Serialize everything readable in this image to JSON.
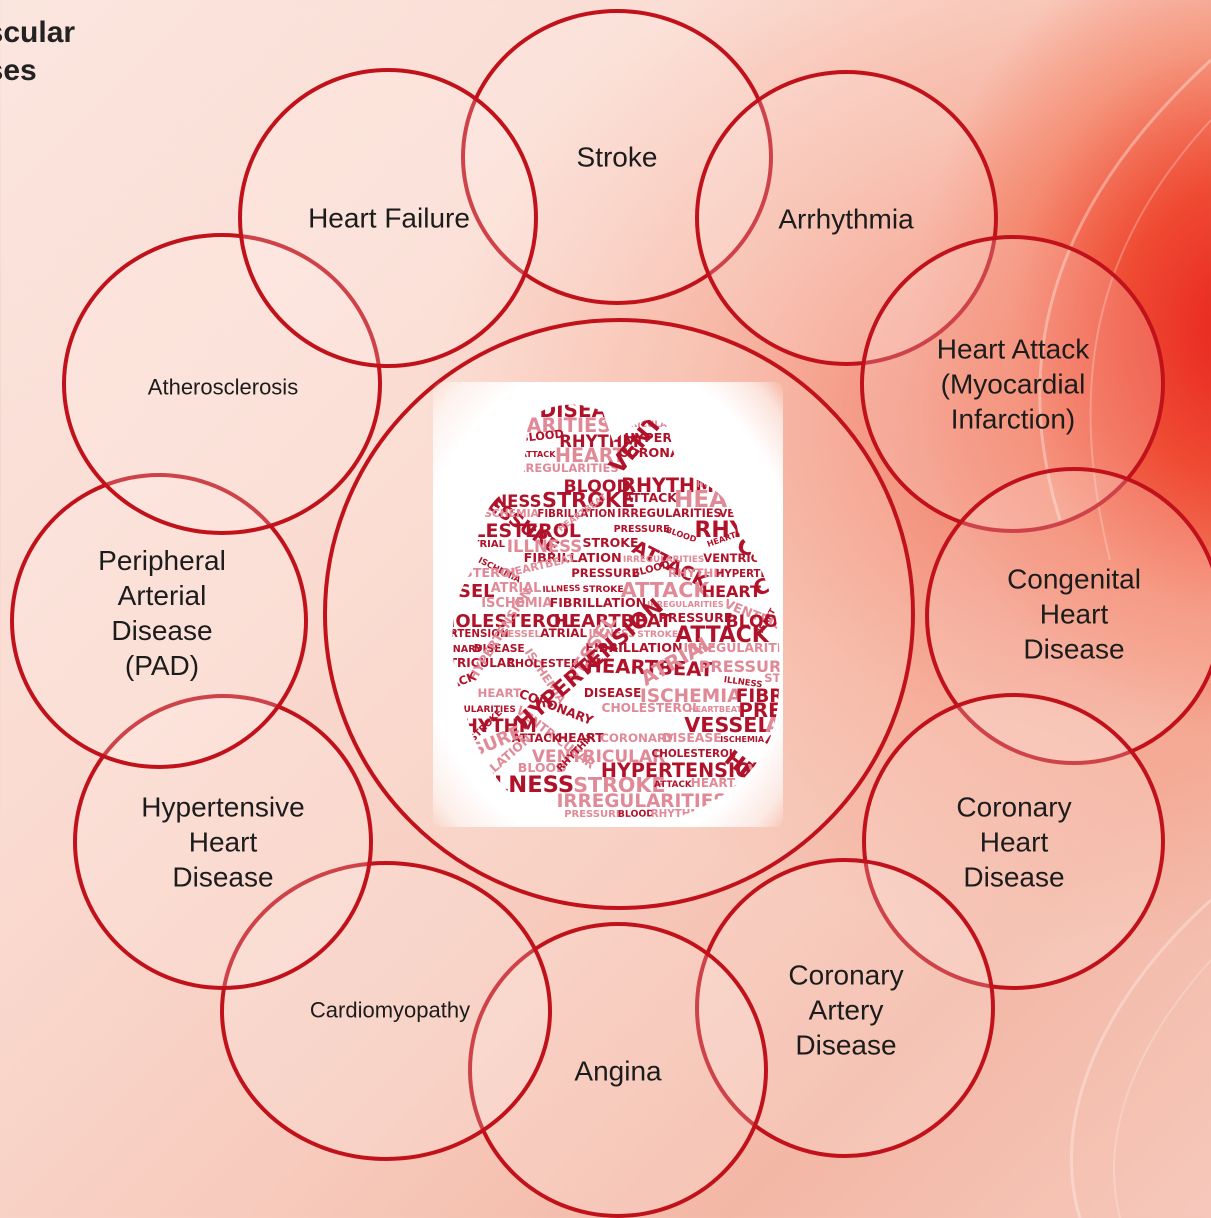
{
  "title": {
    "line1": "ascular",
    "line2": "ases"
  },
  "colors": {
    "ring": "#c1121b",
    "accent": "#e8231f",
    "word_dark": "#b0122a",
    "word_light": "#e08a98"
  },
  "diseases": [
    {
      "id": "stroke",
      "label": "Stroke"
    },
    {
      "id": "arrhythmia",
      "label": "Arrhythmia"
    },
    {
      "id": "heart-attack",
      "label": "Heart Attack\n(Myocardial\nInfarction)"
    },
    {
      "id": "congenital",
      "label": "Congenital\nHeart\nDisease"
    },
    {
      "id": "coronary-heart",
      "label": "Coronary\nHeart\nDisease"
    },
    {
      "id": "coronary-artery",
      "label": "Coronary\nArtery\nDisease"
    },
    {
      "id": "angina",
      "label": "Angina"
    },
    {
      "id": "cardiomyopathy",
      "label": "Cardiomyopathy"
    },
    {
      "id": "hypertensive",
      "label": "Hypertensive\nHeart\nDisease"
    },
    {
      "id": "pad",
      "label": "Peripheral\nArterial\nDisease\n(PAD)"
    },
    {
      "id": "atherosclerosis",
      "label": "Atherosclerosis"
    },
    {
      "id": "heart-failure",
      "label": "Heart Failure"
    }
  ],
  "word_cloud": [
    "ATTACK",
    "HEART",
    "CORONARY",
    "DISEASE",
    "ISCHEMIA",
    "FIBRILLATION",
    "IRREGULARITIES",
    "VENTRICULAR",
    "CHOLESTEROL",
    "HEARTBEAT",
    "PRESSURE",
    "BLOOD",
    "RHYTHM",
    "HYPERTENSION",
    "VESSEL",
    "ATRIAL",
    "ILLNESS",
    "STROKE"
  ]
}
